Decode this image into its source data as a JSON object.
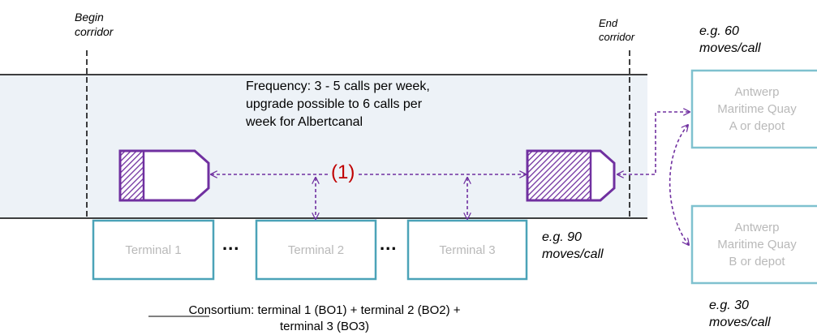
{
  "corridor": {
    "begin_line1": "Begin",
    "begin_line2": "corridor",
    "end_line1": "End",
    "end_line2": "corridor"
  },
  "frequency": {
    "line1": "Frequency: 3 - 5 calls per week,",
    "line2": "upgrade possible to 6 calls per",
    "line3": "week for Albertcanal"
  },
  "route_label": "(1)",
  "terminals": [
    {
      "label": "Terminal 1"
    },
    {
      "label": "Terminal 2"
    },
    {
      "label": "Terminal 3"
    }
  ],
  "ellipsis": "...",
  "terminal_moves": {
    "line1": "e.g. 90",
    "line2": "moves/call"
  },
  "quay_a": {
    "line1": "Antwerp",
    "line2": "Maritime Quay",
    "line3": "A or depot",
    "moves_line1": "e.g. 60",
    "moves_line2": "moves/call"
  },
  "quay_b": {
    "line1": "Antwerp",
    "line2": "Maritime Quay",
    "line3": "B or depot",
    "moves_line1": "e.g. 30",
    "moves_line2": "moves/call"
  },
  "consortium": {
    "keyword": "Consortium",
    "line1_rest": ": terminal 1 (BO1) + terminal 2 (BO2) +",
    "line2": "terminal 3 (BO3)"
  },
  "colors": {
    "band": "#edf2f7",
    "terminal_border": "#4ba3b8",
    "quay_border": "#7fc1cf",
    "barge": "#7030a0",
    "arrow": "#7030a0",
    "route_label": "#c00000",
    "box_text": "#b9b9b9"
  }
}
